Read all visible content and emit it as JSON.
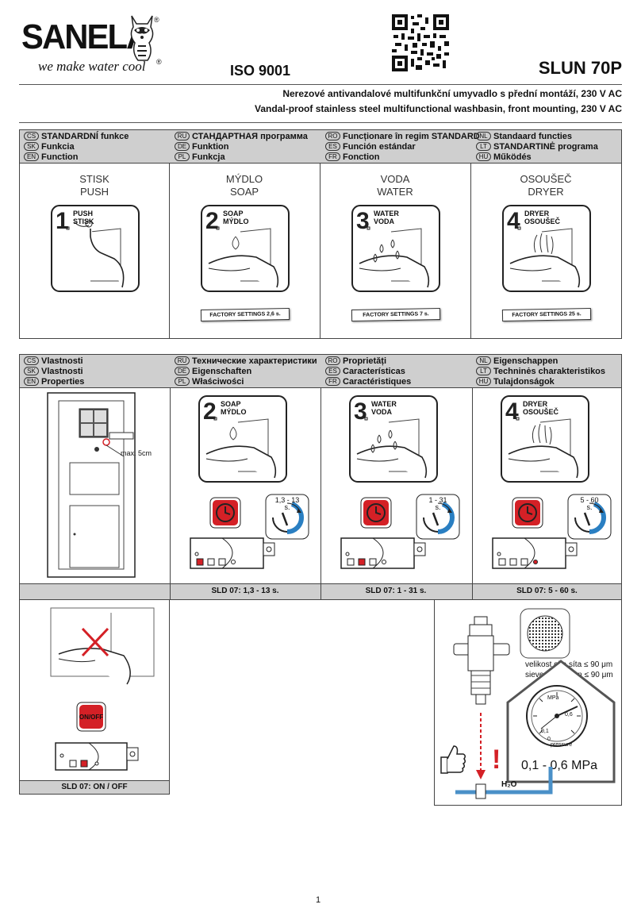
{
  "header": {
    "brand": "SANELA",
    "tagline": "we make water cool",
    "registered": "®",
    "iso": "ISO 9001",
    "model": "SLUN 70P",
    "title_cs": "Nerezové antivandalové multifunkční umyvadlo s přední montáží, 230 V AC",
    "title_en": "Vandal-proof stainless steel multifunctional washbasin, front mounting, 230 V AC"
  },
  "section1": {
    "langs": [
      [
        {
          "code": "CS",
          "text": "STANDARDNÍ funkce"
        },
        {
          "code": "SK",
          "text": "Funkcia"
        },
        {
          "code": "EN",
          "text": "Function"
        }
      ],
      [
        {
          "code": "RU",
          "text": "СТАНДАРТНАЯ программа"
        },
        {
          "code": "DE",
          "text": "Funktion"
        },
        {
          "code": "PL",
          "text": "Funkcja"
        }
      ],
      [
        {
          "code": "RO",
          "text": "Funcționare în regim STANDARD"
        },
        {
          "code": "ES",
          "text": "Función estándar"
        },
        {
          "code": "FR",
          "text": "Fonction"
        }
      ],
      [
        {
          "code": "NL",
          "text": "Standaard functies"
        },
        {
          "code": "LT",
          "text": "STANDARTINĖ programa"
        },
        {
          "code": "HU",
          "text": "Működés"
        }
      ]
    ],
    "steps": [
      {
        "cs": "STISK",
        "en": "PUSH",
        "num": "1",
        "l1": "PUSH",
        "l2": "STISK",
        "factory": ""
      },
      {
        "cs": "MÝDLO",
        "en": "SOAP",
        "num": "2",
        "l1": "SOAP",
        "l2": "MÝDLO",
        "factory": "FACTORY SETTINGS 2,6 s."
      },
      {
        "cs": "VODA",
        "en": "WATER",
        "num": "3",
        "l1": "WATER",
        "l2": "VODA",
        "factory": "FACTORY SETTINGS 7 s."
      },
      {
        "cs": "OSOUŠEČ",
        "en": "DRYER",
        "num": "4",
        "l1": "DRYER",
        "l2": "OSOUŠEČ",
        "factory": "FACTORY SETTINGS 25 s."
      }
    ]
  },
  "section2": {
    "langs": [
      [
        {
          "code": "CS",
          "text": "Vlastnosti"
        },
        {
          "code": "SK",
          "text": "Vlastnosti"
        },
        {
          "code": "EN",
          "text": "Properties"
        }
      ],
      [
        {
          "code": "RU",
          "text": "Технические характеристики"
        },
        {
          "code": "DE",
          "text": "Eigenschaften"
        },
        {
          "code": "PL",
          "text": "Właściwości"
        }
      ],
      [
        {
          "code": "RO",
          "text": "Proprietăți"
        },
        {
          "code": "ES",
          "text": "Características"
        },
        {
          "code": "FR",
          "text": "Caractéristiques"
        }
      ],
      [
        {
          "code": "NL",
          "text": "Eigenschappen"
        },
        {
          "code": "LT",
          "text": "Techninės charakteristikos"
        },
        {
          "code": "HU",
          "text": "Tulajdonságok"
        }
      ]
    ],
    "max_label": "max. 5cm",
    "cells": [
      {
        "num": "2",
        "l1": "SOAP",
        "l2": "MÝDLO",
        "range": "1,3 - 13",
        "unit": "s.",
        "footer": "SLD 07: 1,3 - 13 s."
      },
      {
        "num": "3",
        "l1": "WATER",
        "l2": "VODA",
        "range": "1 - 31",
        "unit": "s.",
        "footer": "SLD 07: 1 - 31 s."
      },
      {
        "num": "4",
        "l1": "DRYER",
        "l2": "OSOUŠEČ",
        "range": "5 - 60",
        "unit": "s.",
        "footer": "SLD 07: 5 - 60 s."
      }
    ]
  },
  "section3": {
    "onoff": "ON/OFF",
    "footer": "SLD 07: ON / OFF",
    "sieve_cs": "velikost oka síta ≤ 90 μm",
    "sieve_en": "sieve dimension ≤ 90 μm",
    "gauge_unit": "MPa",
    "gauge_word": "pressure",
    "gauge_ticks": [
      "0",
      "0,1",
      "0,6"
    ],
    "pressure": "0,1 - 0,6 MPa",
    "water": "H₂O",
    "warning": "!"
  },
  "page_number": "1",
  "colors": {
    "red": "#d42026",
    "blue": "#2a7fc2",
    "grey": "#cfcfcf",
    "pipe": "#4a90c8"
  }
}
